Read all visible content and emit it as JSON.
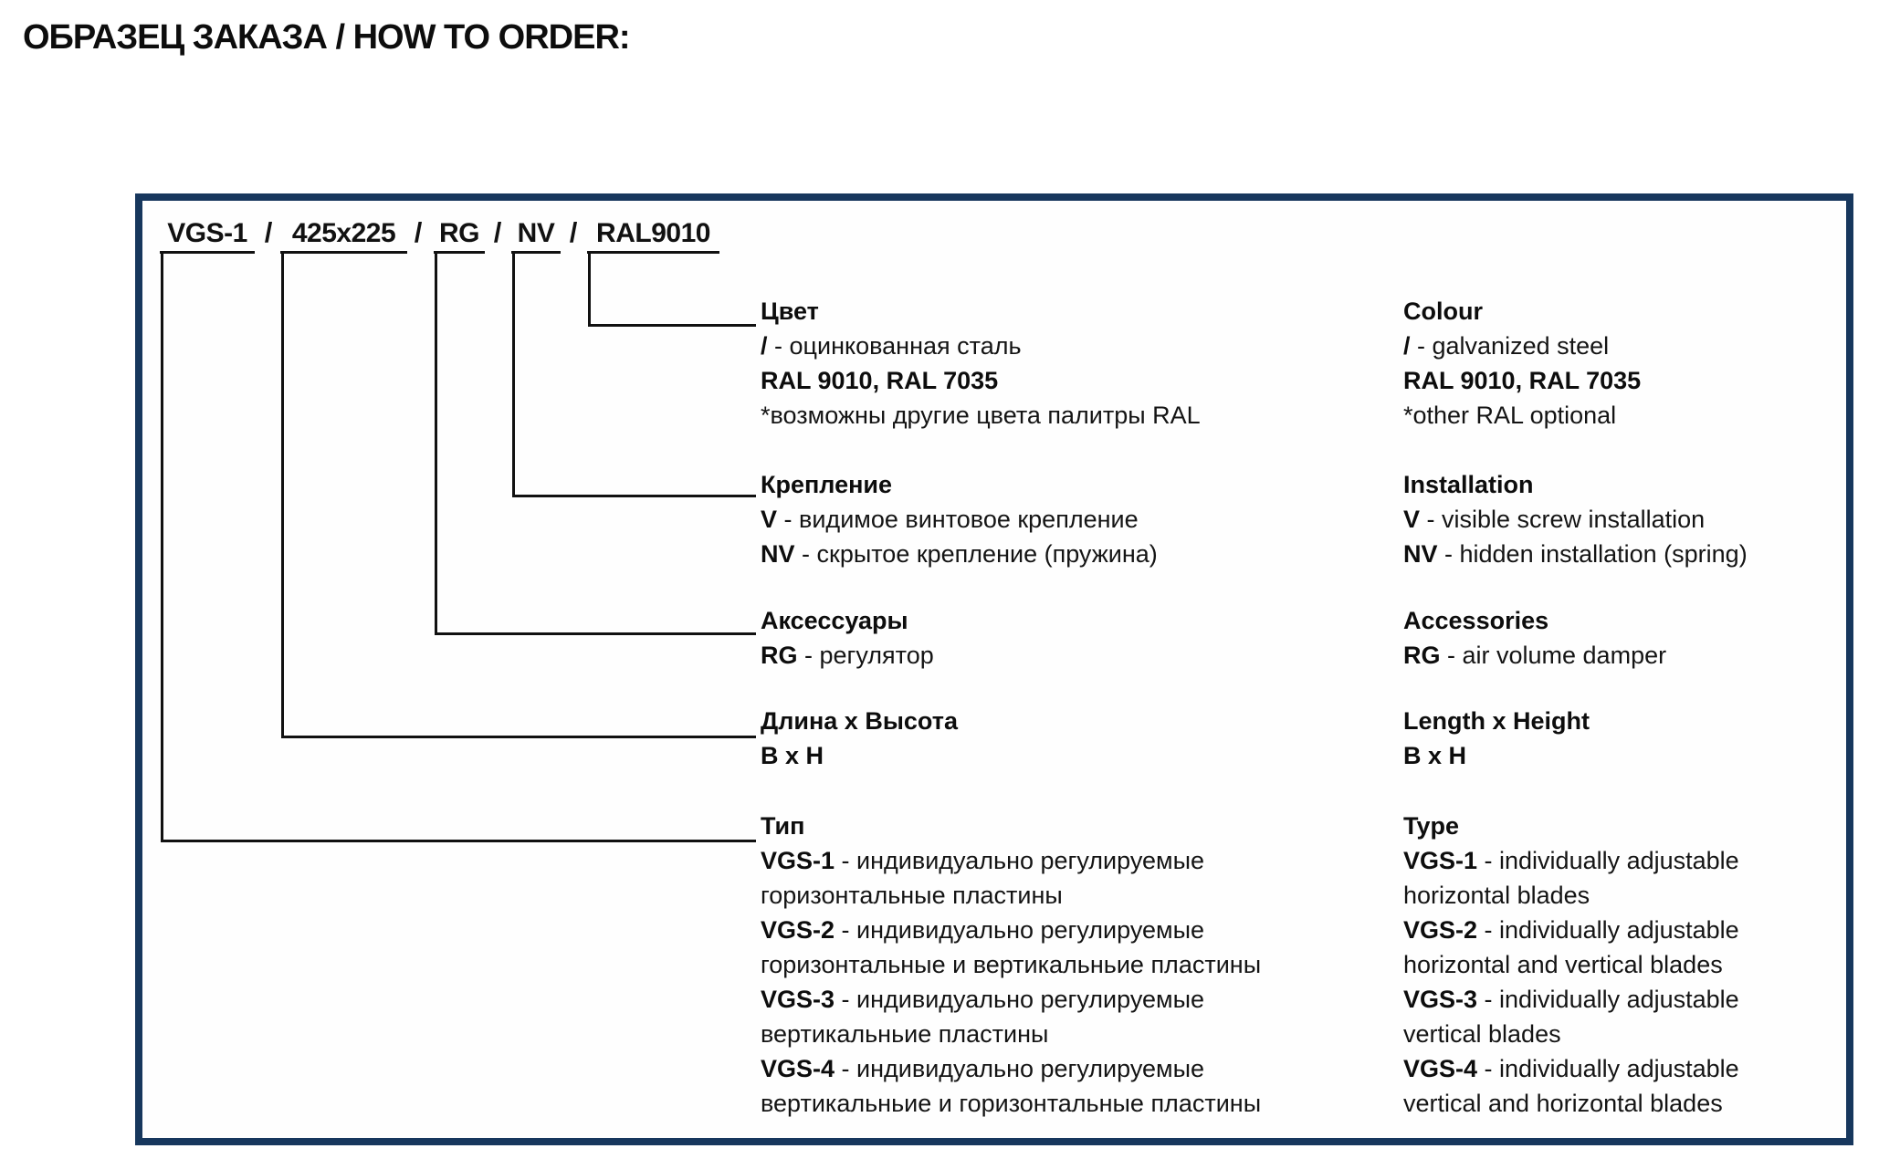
{
  "page_title": "ОБРАЗЕЦ ЗАКАЗА / HOW TO ORDER:",
  "order_code": {
    "segments": [
      "VGS-1",
      "425x225",
      "RG",
      "NV",
      "RAL9010"
    ],
    "separator": "/"
  },
  "colors": {
    "box_border": "#17375d",
    "line": "#111111"
  },
  "sections": [
    {
      "id": "colour",
      "ru": {
        "lines": [
          {
            "b": "Цвет"
          },
          {
            "b": "/",
            "t": " - оцинкованная сталь"
          },
          {
            "b": "RAL 9010, RAL 7035"
          },
          {
            "t": "*возможны другие цвета палитры RAL"
          }
        ]
      },
      "en": {
        "lines": [
          {
            "b": "Colour"
          },
          {
            "b": "/",
            "t": " - galvanized steel"
          },
          {
            "b": "RAL 9010, RAL 7035"
          },
          {
            "t": "*other RAL optional"
          }
        ]
      }
    },
    {
      "id": "installation",
      "ru": {
        "lines": [
          {
            "b": "Крепление"
          },
          {
            "b": "V",
            "t": " - видимое винтовое крепление"
          },
          {
            "b": "NV",
            "t": " - скрытое крепление (пружина)"
          }
        ]
      },
      "en": {
        "lines": [
          {
            "b": "Installation"
          },
          {
            "b": "V",
            "t": " - visible screw installation"
          },
          {
            "b": "NV",
            "t": " - hidden installation (spring)"
          }
        ]
      }
    },
    {
      "id": "accessories",
      "ru": {
        "lines": [
          {
            "b": "Аксессуары"
          },
          {
            "b": "RG",
            "t": " - регулятор"
          }
        ]
      },
      "en": {
        "lines": [
          {
            "b": "Accessories"
          },
          {
            "b": "RG",
            "t": " - air volume damper"
          }
        ]
      }
    },
    {
      "id": "dimensions",
      "ru": {
        "lines": [
          {
            "b": "Длина x Высота"
          },
          {
            "b": "B x H"
          }
        ]
      },
      "en": {
        "lines": [
          {
            "b": "Length x Height"
          },
          {
            "b": "B x H"
          }
        ]
      }
    },
    {
      "id": "type",
      "ru": {
        "lines": [
          {
            "b": "Тип"
          },
          {
            "b": "VGS-1",
            "t": " - индивидуально регулируемые"
          },
          {
            "t": "горизонтальные пластины"
          },
          {
            "b": "VGS-2",
            "t": " - индивидуально регулируемые"
          },
          {
            "t": "горизонтальные и вертикальньие пластины"
          },
          {
            "b": "VGS-3",
            "t": " - индивидуально регулируемые"
          },
          {
            "t": "вертикальньие пластины"
          },
          {
            "b": "VGS-4",
            "t": " - индивидуально регулируемые"
          },
          {
            "t": "вертикальньие и горизонтальные пластины"
          }
        ]
      },
      "en": {
        "lines": [
          {
            "b": "Type"
          },
          {
            "b": "VGS-1",
            "t": " - individually adjustable"
          },
          {
            "t": "horizontal blades"
          },
          {
            "b": "VGS-2",
            "t": " - individually adjustable"
          },
          {
            "t": "horizontal and vertical blades"
          },
          {
            "b": "VGS-3",
            "t": " - individually adjustable"
          },
          {
            "t": "vertical blades"
          },
          {
            "b": "VGS-4",
            "t": " - individually adjustable"
          },
          {
            "t": "vertical and horizontal blades"
          }
        ]
      }
    }
  ]
}
